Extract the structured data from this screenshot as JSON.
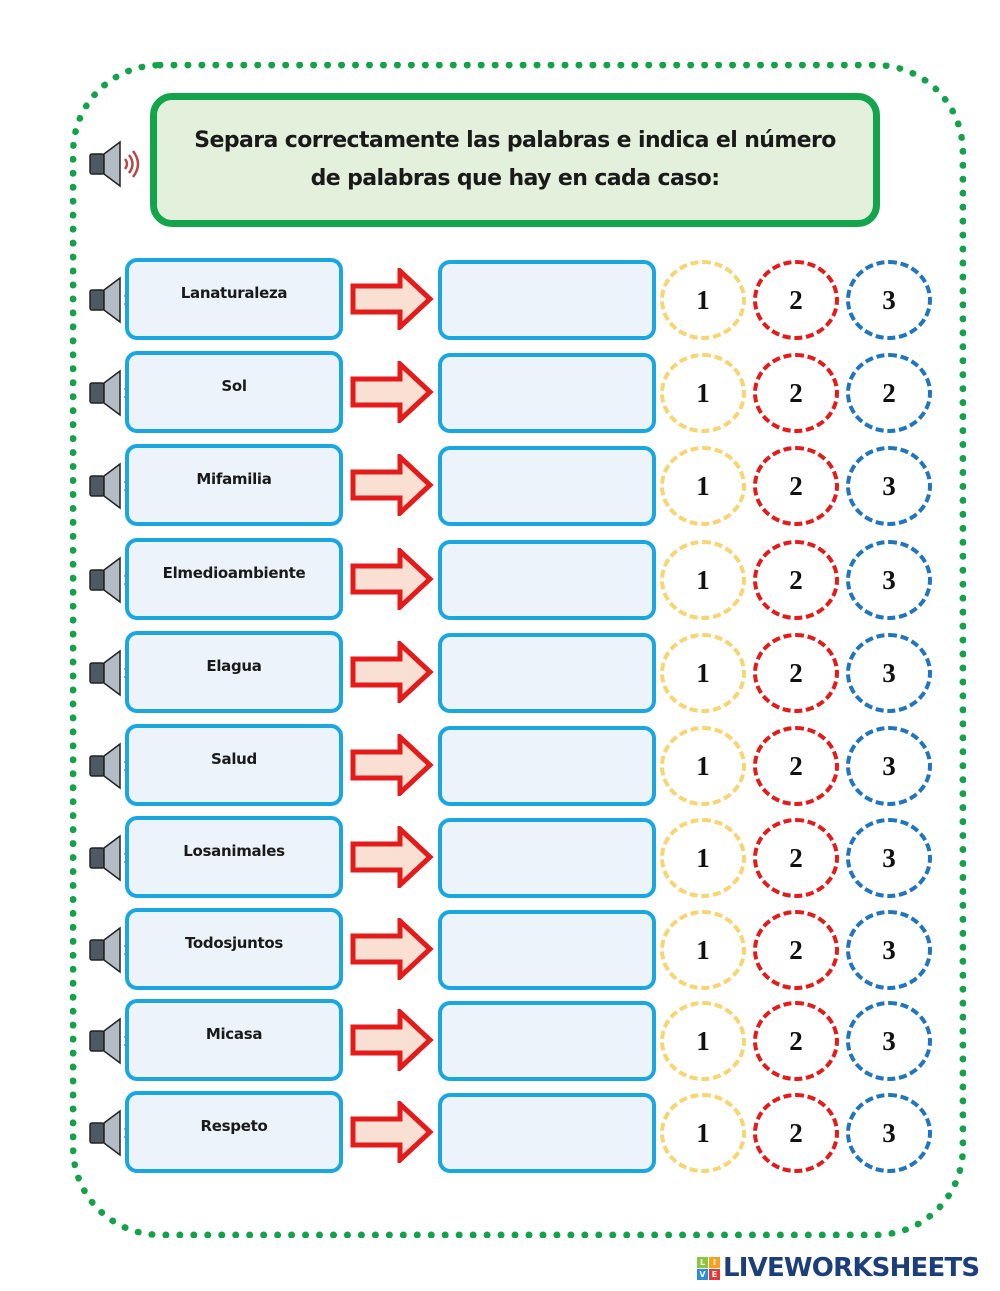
{
  "header": {
    "instruction_line1": "Separa correctamente las palabras e indica el número",
    "instruction_line2": "de palabras que hay en cada caso:",
    "speaker_icon": "speaker-icon"
  },
  "exercise": {
    "choice_labels_default": [
      "1",
      "2",
      "3"
    ],
    "rows": [
      {
        "word": "Lanaturaleza",
        "answer": "",
        "choices": [
          "1",
          "2",
          "3"
        ]
      },
      {
        "word": "Sol",
        "answer": "",
        "choices": [
          "1",
          "2",
          "2"
        ]
      },
      {
        "word": "Mifamilia",
        "answer": "",
        "choices": [
          "1",
          "2",
          "3"
        ]
      },
      {
        "word": "Elmedioambiente",
        "answer": "",
        "choices": [
          "1",
          "2",
          "3"
        ]
      },
      {
        "word": "Elagua",
        "answer": "",
        "choices": [
          "1",
          "2",
          "3"
        ]
      },
      {
        "word": "Salud",
        "answer": "",
        "choices": [
          "1",
          "2",
          "3"
        ]
      },
      {
        "word": "Losanimales",
        "answer": "",
        "choices": [
          "1",
          "2",
          "3"
        ]
      },
      {
        "word": "Todosjuntos",
        "answer": "",
        "choices": [
          "1",
          "2",
          "3"
        ]
      },
      {
        "word": "Micasa",
        "answer": "",
        "choices": [
          "1",
          "2",
          "3"
        ]
      },
      {
        "word": "Respeto",
        "answer": "",
        "choices": [
          "1",
          "2",
          "3"
        ]
      }
    ]
  },
  "colors": {
    "frame_green": "#13a24a",
    "title_bg": "#e3f1dc",
    "box_border_blue": "#1aa7e0",
    "box_bg": "#edf3fa",
    "arrow_red": "#e31b1b",
    "arrow_fill": "#f9e0d3",
    "choice_yellow": "#f7d573",
    "choice_red": "#e31b1b",
    "choice_blue": "#1f75be"
  },
  "footer": {
    "badge_letters": [
      "L",
      "I",
      "V",
      "E"
    ],
    "brand": "LIVEWORKSHEETS"
  }
}
